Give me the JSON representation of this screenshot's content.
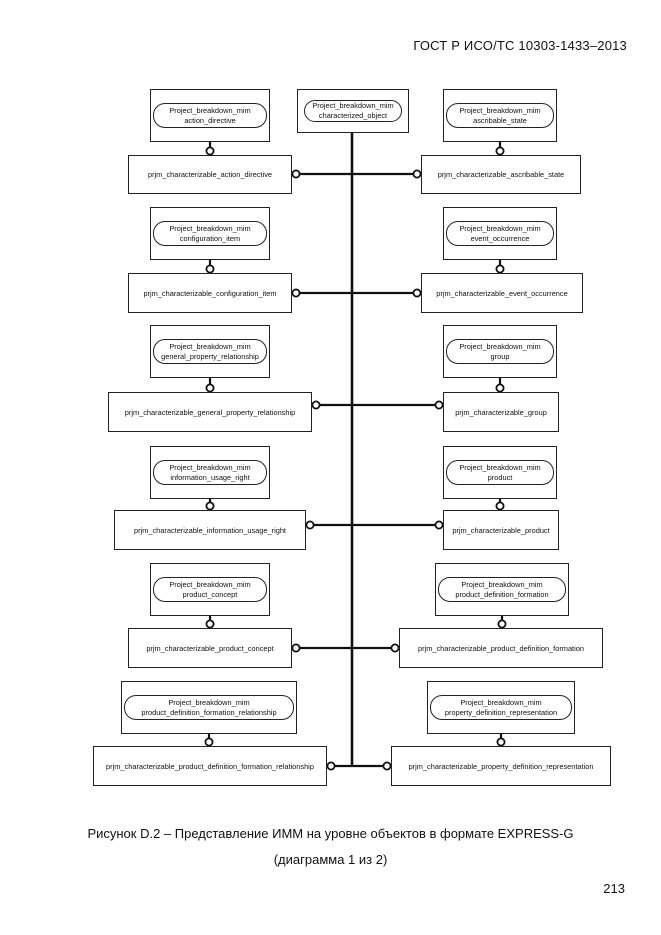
{
  "header": {
    "doc_id": "ГОСТ Р ИСО/ТС 10303-1433–2013"
  },
  "center_entity": {
    "line1": "Project_breakdown_mim",
    "line2": "characterized_object"
  },
  "left": [
    {
      "ent1": "Project_breakdown_mim",
      "ent2": "action_directive",
      "type": "prjm_characterizable_action_directive"
    },
    {
      "ent1": "Project_breakdown_mim",
      "ent2": "configuration_item",
      "type": "prjm_characterizable_configuration_item"
    },
    {
      "ent1": "Project_breakdown_mim",
      "ent2": "general_property_relationship",
      "type": "prjm_characterizable_general_property_relationship"
    },
    {
      "ent1": "Project_breakdown_mim",
      "ent2": "information_usage_right",
      "type": "prjm_characterizable_information_usage_right"
    },
    {
      "ent1": "Project_breakdown_mim",
      "ent2": "product_concept",
      "type": "prjm_characterizable_product_concept"
    },
    {
      "ent1": "Project_breakdown_mim",
      "ent2": "product_definition_formation_relationship",
      "type": "prjm_characterizable_product_definition_formation_relationship"
    }
  ],
  "right": [
    {
      "ent1": "Project_breakdown_mim",
      "ent2": "ascribable_state",
      "type": "prjm_characterizable_ascribable_state"
    },
    {
      "ent1": "Project_breakdown_mim",
      "ent2": "event_occurrence",
      "type": "prjm_characterizable_event_occurrence"
    },
    {
      "ent1": "Project_breakdown_mim",
      "ent2": "group",
      "type": "prjm_characterizable_group"
    },
    {
      "ent1": "Project_breakdown_mim",
      "ent2": "product",
      "type": "prjm_characterizable_product"
    },
    {
      "ent1": "Project_breakdown_mim",
      "ent2": "product_definition_formation",
      "type": "prjm_characterizable_product_definition_formation"
    },
    {
      "ent1": "Project_breakdown_mim",
      "ent2": "property_definition_representation",
      "type": "prjm_characterizable_property_definition_representation"
    }
  ],
  "caption": {
    "line1": "Рисунок D.2 – Представление ИММ на уровне объектов в формате EXPRESS-G",
    "line2": "(диаграмма 1 из 2)"
  },
  "page_number": "213"
}
